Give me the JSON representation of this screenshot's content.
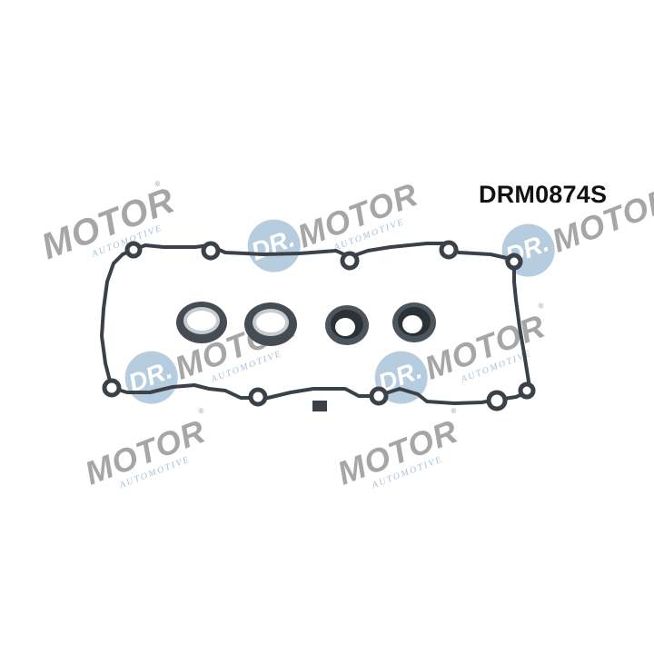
{
  "product": {
    "sku": "DRM0874S",
    "description": "Valve cover gasket set with 4 spark plug tube seals"
  },
  "watermark": {
    "brand_prefix": "DR.",
    "brand_name": "MOTOR",
    "brand_sub": "AUTOMOTIVE",
    "registered": "®",
    "circle_color": "#a9c3d9",
    "text_color": "#a6a6a6"
  },
  "colors": {
    "background": "#ffffff",
    "gasket": "#3a4148",
    "seal_outer": "#4d555c",
    "seal_inner": "#2b3237",
    "sku_text": "#111111"
  },
  "parts": {
    "gasket_count": 1,
    "seal_count": 4
  }
}
